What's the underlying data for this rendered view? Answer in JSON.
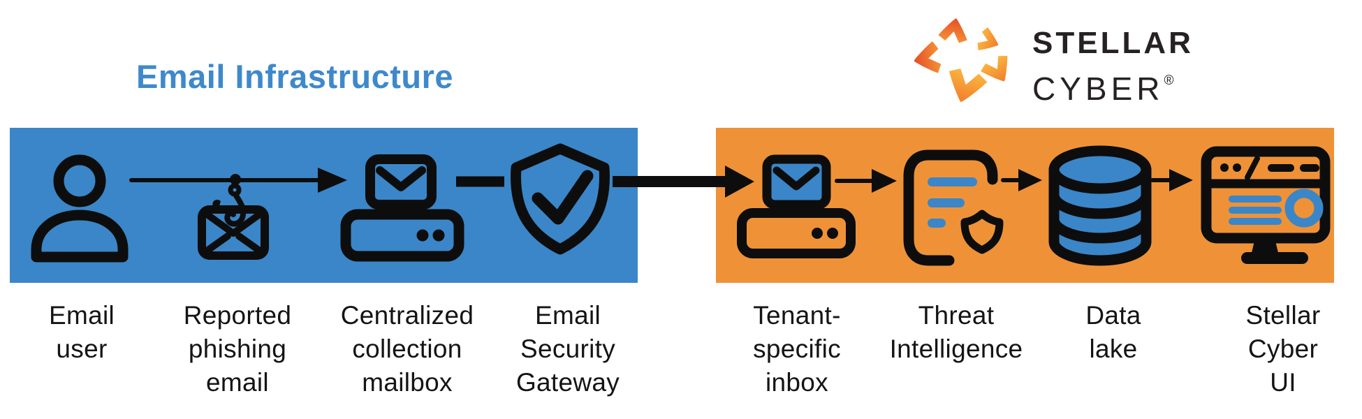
{
  "header": {
    "title": "Email Infrastructure"
  },
  "logo": {
    "name_top": "STELLAR",
    "name_bottom": "CYBER",
    "registered": "®"
  },
  "colors": {
    "zone_blue": "#3A86C8",
    "zone_orange": "#EF9237",
    "title_blue": "#3E89CB",
    "icon_accent_blue": "#3A86C8",
    "icon_black": "#0D0D0D",
    "logo_text": "#262223",
    "logo_gradient_start": "#E64D26",
    "logo_gradient_end": "#FBB540"
  },
  "zones": [
    {
      "id": "email-infrastructure",
      "title": "Email Infrastructure",
      "color": "#3A86C8",
      "nodes": [
        "email-user",
        "reported-phishing-email",
        "centralized-collection-mailbox",
        "email-security-gateway"
      ]
    },
    {
      "id": "stellar-cyber",
      "title": "Stellar Cyber",
      "color": "#EF9237",
      "nodes": [
        "tenant-specific-inbox",
        "threat-intelligence",
        "data-lake",
        "stellar-cyber-ui"
      ]
    }
  ],
  "nodes": [
    {
      "id": "email-user",
      "label": "Email\nuser",
      "icon": "person-icon"
    },
    {
      "id": "reported-phishing-email",
      "label": "Reported\nphishing\nemail",
      "icon": "phishing-envelope-hook-icon"
    },
    {
      "id": "centralized-collection-mailbox",
      "label": "Centralized\ncollection\nmailbox",
      "icon": "envelope-server-icon"
    },
    {
      "id": "email-security-gateway",
      "label": "Email\nSecurity\nGateway",
      "icon": "shield-check-icon"
    },
    {
      "id": "tenant-specific-inbox",
      "label": "Tenant-\nspecific\ninbox",
      "icon": "envelope-server-icon"
    },
    {
      "id": "threat-intelligence",
      "label": "Threat\nIntelligence",
      "icon": "document-shield-icon"
    },
    {
      "id": "data-lake",
      "label": "Data\nlake",
      "icon": "database-icon"
    },
    {
      "id": "stellar-cyber-ui",
      "label": "Stellar\nCyber UI",
      "icon": "monitor-dashboard-icon"
    }
  ],
  "connections": [
    {
      "from": "email-user",
      "to": "centralized-collection-mailbox",
      "style": "thin-arrow",
      "passes_over": "reported-phishing-email"
    },
    {
      "from": "centralized-collection-mailbox",
      "to": "email-security-gateway",
      "style": "thick-dash"
    },
    {
      "from": "email-security-gateway",
      "to": "tenant-specific-inbox",
      "style": "thick-arrow"
    },
    {
      "from": "tenant-specific-inbox",
      "to": "threat-intelligence",
      "style": "thin-arrow"
    },
    {
      "from": "threat-intelligence",
      "to": "data-lake",
      "style": "thin-arrow"
    },
    {
      "from": "data-lake",
      "to": "stellar-cyber-ui",
      "style": "thin-arrow"
    }
  ]
}
